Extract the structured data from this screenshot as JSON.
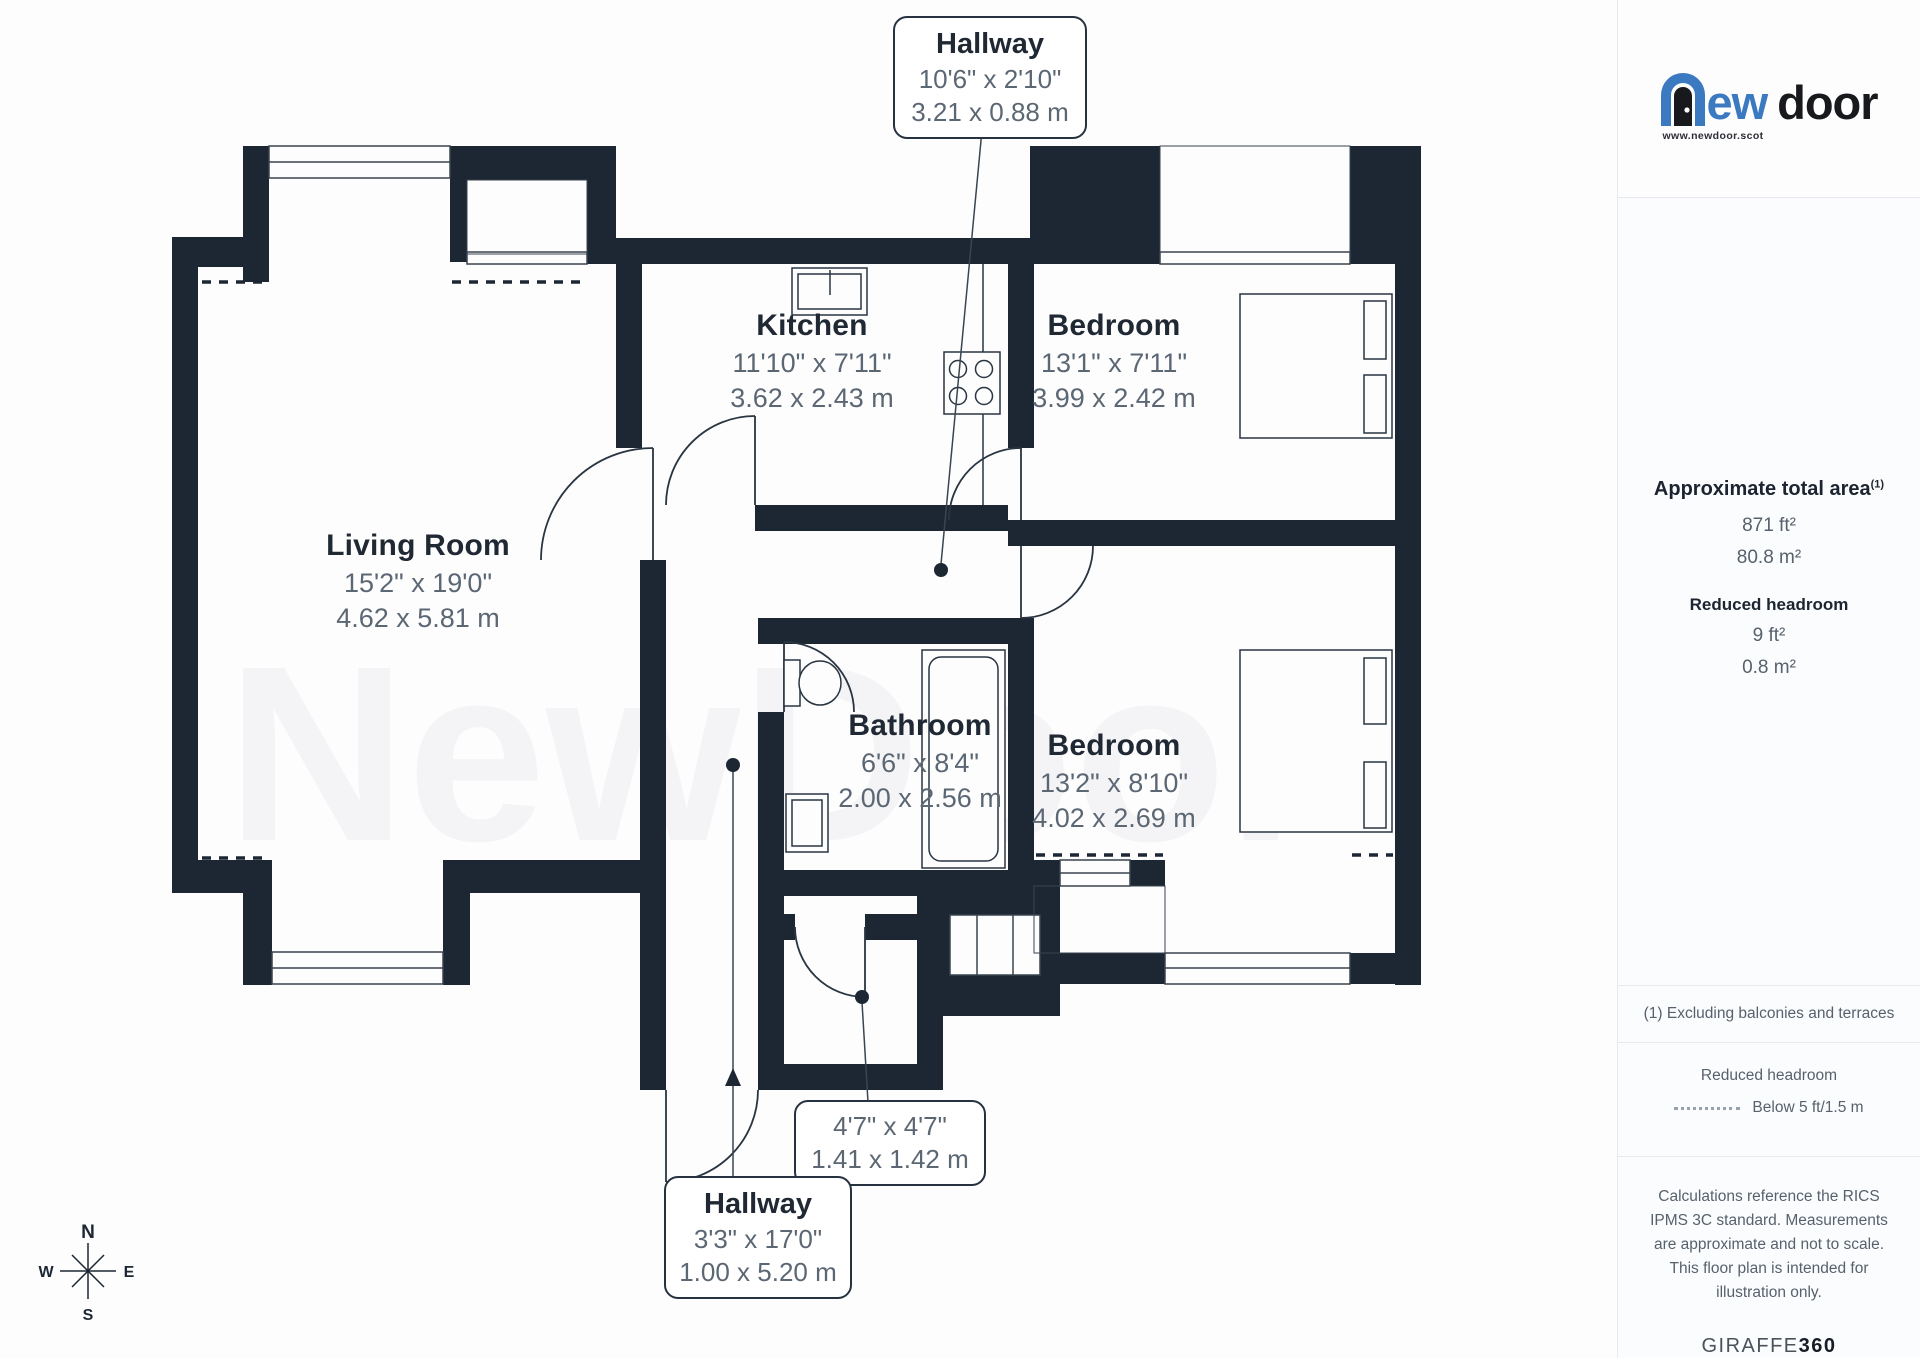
{
  "logo": {
    "word1_rest": "ew",
    "word2": "door",
    "website": "www.newdoor.scot"
  },
  "watermark": "NewDoor",
  "compass": {
    "n": "N",
    "e": "E",
    "s": "S",
    "w": "W"
  },
  "rooms": [
    {
      "name": "Hallway",
      "imperial": "10'6\" x 2'10\"",
      "metric": "3.21 x 0.88 m"
    },
    {
      "name": "Kitchen",
      "imperial": "11'10\" x 7'11\"",
      "metric": "3.62 x 2.43 m"
    },
    {
      "name": "Bedroom",
      "imperial": "13'1\" x 7'11\"",
      "metric": "3.99 x 2.42 m"
    },
    {
      "name": "Living Room",
      "imperial": "15'2\" x 19'0\"",
      "metric": "4.62 x 5.81 m"
    },
    {
      "name": "Bathroom",
      "imperial": "6'6\" x 8'4\"",
      "metric": "2.00 x 2.56 m"
    },
    {
      "name": "Bedroom",
      "imperial": "13'2\" x 8'10\"",
      "metric": "4.02 x 2.69 m"
    },
    {
      "name": "",
      "imperial": "4'7\" x 4'7\"",
      "metric": "1.41 x 1.42 m"
    },
    {
      "name": "Hallway",
      "imperial": "3'3\" x 17'0\"",
      "metric": "1.00 x 5.20 m"
    }
  ],
  "sidebar": {
    "area_title": "Approximate total area",
    "area_sup": "(1)",
    "area_ft": "871 ft²",
    "area_m": "80.8 m²",
    "headroom_title": "Reduced headroom",
    "headroom_ft": "9 ft²",
    "headroom_m": "0.8 m²",
    "note1": "(1) Excluding balconies and terraces",
    "legend_title": "Reduced headroom",
    "legend_label": "Below 5 ft/1.5 m",
    "disclaimer": "Calculations reference the RICS IPMS 3C standard. Measurements are approximate and not to scale. This floor plan is intended for illustration only.",
    "brand_giraffe": "GIRAFFE",
    "brand_360": "360"
  },
  "colors": {
    "wall": "#1d2733",
    "accent_blue": "#3b79c0",
    "dim_text": "#5c6774"
  }
}
